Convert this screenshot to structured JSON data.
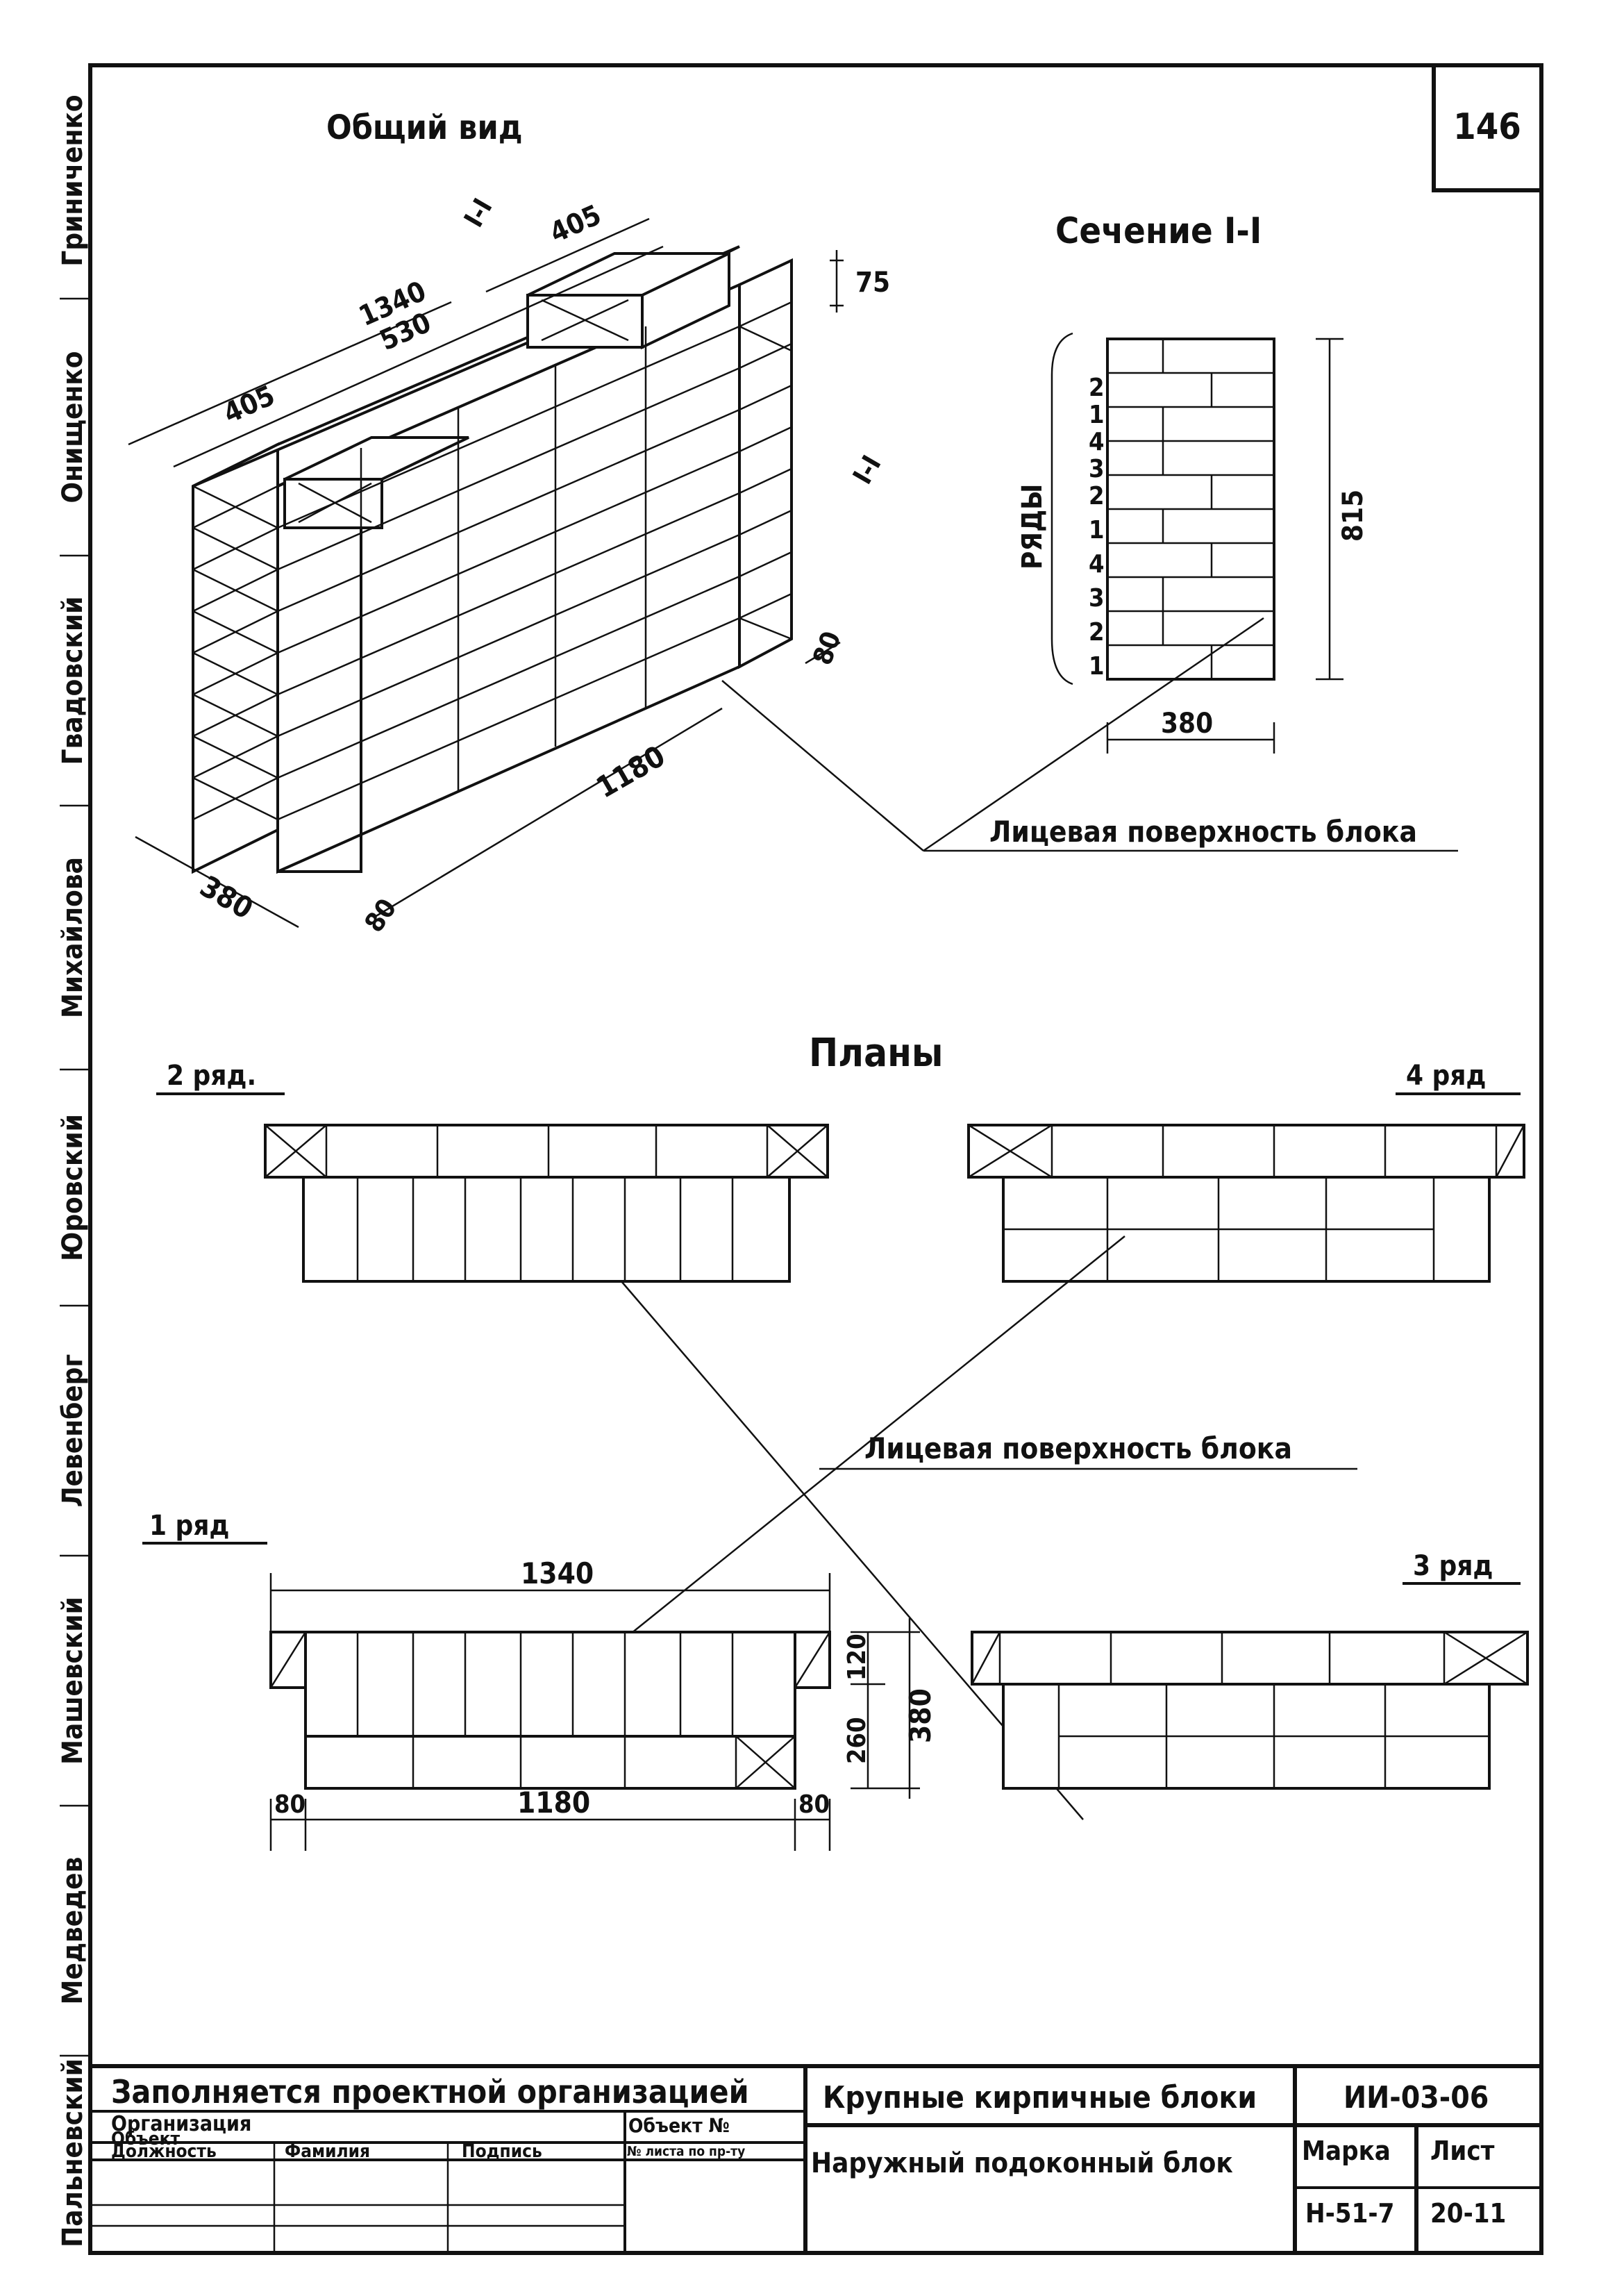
{
  "sheet_number": "146",
  "sidebar_names": [
    "Гриниченко",
    "Онищенко",
    "Гвадовский",
    "Михайлова",
    "Юровский",
    "Левенберг",
    "Машевский",
    "Медведев",
    "Пальневский"
  ],
  "general_view": {
    "title": "Общий вид",
    "dims": {
      "d1340": "1340",
      "d530": "530",
      "d405a": "405",
      "d405b": "405",
      "d75": "75",
      "d80a": "80",
      "d1180": "1180",
      "d380": "380",
      "d80b": "80"
    },
    "cut_mark": "I-I"
  },
  "section": {
    "title": "Сечение I-I",
    "rows_label": "РЯДЫ",
    "row_numbers": [
      "2",
      "1",
      "4",
      "3",
      "2",
      "1",
      "4",
      "3",
      "2",
      "1"
    ],
    "height": "815",
    "width": "380"
  },
  "face_label": "Лицевая поверхность блока",
  "plans": {
    "title": "Планы",
    "row2": "2 ряд.",
    "row4": "4 ряд",
    "row1": "1 ряд",
    "row3": "3 ряд",
    "dims": {
      "total": "1340",
      "inner": "1180",
      "left80": "80",
      "right80": "80",
      "d120": "120",
      "d260": "260",
      "d380": "380"
    }
  },
  "title_block": {
    "filled_by": "Заполняется проектной организацией",
    "organization": "Организация",
    "object": "Объект",
    "object_no": "Объект №",
    "sheet_no_label": "№ листа по пр-ту",
    "position": "Должность",
    "surname": "Фамилия",
    "signature": "Подпись",
    "series_title": "Крупные кирпичные блоки",
    "series_code": "ИИ-03-06",
    "drawing_title": "Наружный подоконный блок",
    "mark_label": "Марка",
    "mark_value": "Н-51-7",
    "sheet_label": "Лист",
    "sheet_value": "20-11"
  }
}
